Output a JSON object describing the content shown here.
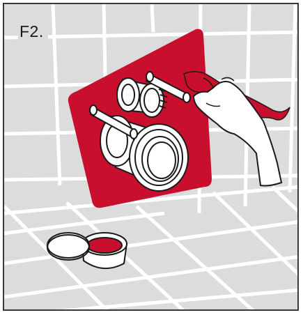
{
  "figure": {
    "step_label": "F2."
  },
  "colors": {
    "wall": "#dcdcdc",
    "tile_grout": "#ffffff",
    "membrane": "#c8102e",
    "cloth": "#c8102e",
    "outline": "#1a1a1a",
    "frame_border": "#3a3a3a"
  },
  "icons": [
    "wall-tiles",
    "sealing-membrane",
    "pipe-connector",
    "mounting-bolt",
    "hand",
    "cloth",
    "grease-tin"
  ]
}
